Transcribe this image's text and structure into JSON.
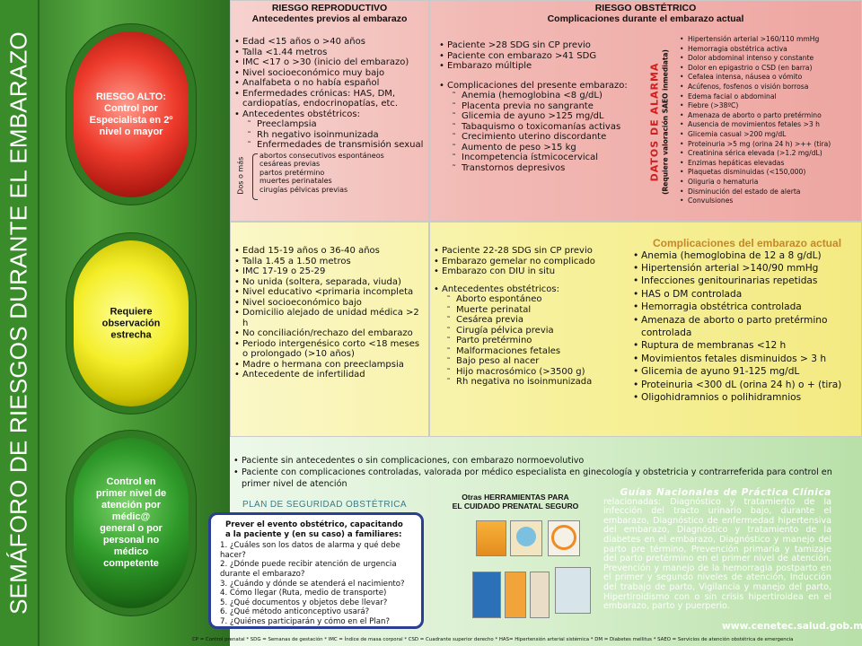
{
  "title": "SEMÁFORO DE RIESGOS DURANTE EL EMBARAZO",
  "lights": {
    "red": "RIESGO ALTO:\nControl por Especialista en 2º nivel o mayor",
    "yellow": "Requiere observación estrecha",
    "green": "Control en primer nivel de atención por médic@ general o por personal no médico competente"
  },
  "red": {
    "repro_header_1": "RIESGO REPRODUCTIVO",
    "repro_header_2": "Antecedentes previos al embarazo",
    "obst_header_1": "RIESGO OBSTÉTRICO",
    "obst_header_2": "Complicaciones durante el embarazo actual",
    "repro_items": [
      "Edad <15 años o >40 años",
      "Talla <1.44 metros",
      "IMC <17 o >30 (inicio del embarazo)",
      "Nivel socioeconómico muy bajo",
      "Analfabeta o no había español",
      "Enfermedades crónicas: HAS, DM, cardiopatías, endocrinopatías, etc.",
      "Antecedentes obstétricos:"
    ],
    "repro_sub": [
      "Preeclampsia",
      "Rh negativo isoinmunizada",
      "Enfermedades de transmisión sexual"
    ],
    "dos_o_mas": "Dos o más",
    "repro_small": [
      "abortos consecutivos espontáneos",
      "cesáreas previas",
      "partos pretérmino",
      "muertes perinatales",
      "cirugías pélvicas previas"
    ],
    "obst_items": [
      "Paciente >28 SDG sin CP previo",
      "Paciente con embarazo >41 SDG",
      "Embarazo múltiple"
    ],
    "obst_complic_label": "Complicaciones del presente embarazo:",
    "obst_sub": [
      "Anemia (hemoglobina <8 g/dL)",
      "Placenta previa no sangrante",
      "Glicemia de ayuno >125 mg/dL",
      "Tabaquismo o toxicomanías activas",
      "Crecimiento uterino discordante",
      "Aumento de peso >15 kg",
      "Incompetencia ístmicocervical",
      "Transtornos depresivos"
    ],
    "alarm_title": "DATOS DE ALARMA",
    "alarm_subtitle": "(Requiere valoración SAEO inmediata)",
    "alarm_items": [
      "Hipertensión arterial >160/110 mmHg",
      "Hemorragia obstétrica activa",
      "Dolor abdominal intenso y constante",
      "Dolor en epigastrio o CSD (en barra)",
      "Cefalea intensa, náusea o vómito",
      "Acúfenos, fosfenos o visión borrosa",
      "Edema facial o abdominal",
      "Fiebre (>38ºC)",
      "Amenaza de aborto o parto pretérmino",
      "Ausencia de movimientos fetales >3 h",
      "Glicemia casual >200 mg/dL",
      "Proteinuria >5 mg (orina 24 h) >++ (tira)",
      "Creatinina sérica elevada (>1.2 mg/dL)",
      "Enzimas hepáticas elevadas",
      "Plaquetas disminuidas (<150,000)",
      "Oliguria o hematuria",
      "Disminución del estado de alerta",
      "Convulsiones"
    ]
  },
  "yellow": {
    "repro_items": [
      "Edad 15-19 años o 36-40 años",
      "Talla 1.45 a 1.50 metros",
      "IMC 17-19 o 25-29",
      "No unida (soltera, separada, viuda)",
      "Nivel educativo <primaria incompleta",
      "Nivel socioeconómico bajo",
      "Domicilio alejado de unidad médica >2 h",
      "No conciliación/rechazo del embarazo",
      "Periodo intergenésico corto <18 meses o prolongado (>10 años)",
      "Madre o hermana con preeclampsia",
      "Antecedente de infertilidad"
    ],
    "obst_items": [
      "Paciente 22-28 SDG sin CP previo",
      "Embarazo gemelar no complicado",
      "Embarazo con DIU in situ"
    ],
    "obst_antec_label": "Antecedentes obstétricos:",
    "obst_sub": [
      "Aborto espontáneo",
      "Muerte perinatal",
      "Cesárea previa",
      "Cirugía pélvica previa",
      "Parto pretérmino",
      "Malformaciones fetales",
      "Bajo peso al nacer",
      "Hijo macrosómico (>3500 g)",
      "Rh negativa no isoinmunizada"
    ],
    "complic_title": "Complicaciones del embarazo actual",
    "complic_items": [
      "Anemia (hemoglobina de 12 a 8 g/dL)",
      "Hipertensión arterial >140/90 mmHg",
      "Infecciones genitourinarias repetidas",
      "HAS o DM controlada",
      "Hemorragia obstétrica controlada",
      "Amenaza de aborto o parto pretérmino controlada",
      "Ruptura de membranas <12 h",
      "Movimientos fetales disminuidos > 3 h",
      "Glicemia de ayuno 91-125 mg/dL",
      "Proteinuria <300 dL (orina 24 h) o + (tira)",
      "Oligohidramnios o polihidramnios"
    ]
  },
  "green": {
    "items": [
      "Paciente sin antecedentes o sin complicaciones, con embarazo normoevolutivo",
      "Paciente con complicaciones controladas, valorada por médico especialista en ginecología y obstetricia y contrarreferida para control en primer nivel de atención"
    ],
    "plan_title": "PLAN DE SEGURIDAD OBSTÉTRICA",
    "plan_intro": "Prever el evento obstétrico, capacitando a la paciente y (en su caso) a familiares:",
    "plan_items": [
      "1. ¿Cuáles son los datos de alarma y qué debe hacer?",
      "2. ¿Dónde puede recibir atención de urgencia durante el embarazo?",
      "3. ¿Cuándo y dónde se atenderá el nacimiento?",
      "4. Cómo llegar (Ruta, medio de transporte)",
      "5. ¿Qué documentos y objetos debe llevar?",
      "6. ¿Qué método anticonceptivo usará?",
      "7. ¿Quiénes participarán y cómo en el Plan?"
    ],
    "tools_title_1": "Otras HERRAMIENTAS PARA",
    "tools_title_2": "EL CUIDADO PRENATAL SEGURO",
    "guides_title": "Guías Nacionales de Práctica Clínica",
    "guides_text": "relacionadas: Diagnóstico y tratamiento de la infección del tracto urinario bajo, durante el embarazo, Diagnóstico de enfermedad hipertensiva del embarazo, Diagnóstico y tratamiento de la diabetes en el embarazo, Diagnóstico y manejo del parto pre término, Prevención primaria y tamizaje del parto pretérmino en el primer nivel de atención, Prevención y manejo de la hemorragia postparto en el primer y segundo niveles de atención, Inducción del trabajo de parto, Vigilancia y manejo del parto, Hipertiroidismo con o sin crisis hipertiroidea en el embarazo, parto y puerperio.",
    "url": "www.cenetec.salud.gob.mx"
  },
  "footnote": "CP = Control prenatal * SDG = Semanas de gestación * IMC = Índice de masa corporal * CSD = Cuadrante superior derecho * HAS= Hipertensión arterial sistémica * DM = Diabetes mellitus * SAEO = Servicios de atención obstétrica de emergencia"
}
